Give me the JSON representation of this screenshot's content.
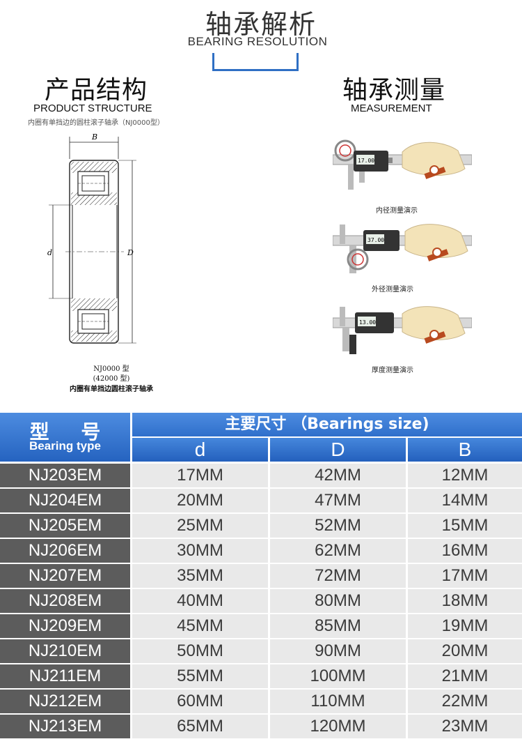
{
  "header": {
    "title": "轴承解析",
    "subtitle": "BEARING RESOLUTION"
  },
  "structure": {
    "title": "产品结构",
    "subtitle": "PRODUCT STRUCTURE",
    "note": "内圈有单挡边的圆柱滚子轴承（NJ0000型）",
    "labels": {
      "b": "B",
      "d_small": "d",
      "d_large": "D"
    },
    "caption_lines": [
      "NJ0000 型",
      "(42000 型)",
      "内圈有单挡边圆柱滚子轴承"
    ]
  },
  "measurement": {
    "title": "轴承测量",
    "subtitle": "MEASUREMENT",
    "demos": [
      {
        "caption": "内径测量演示",
        "display": "17.00"
      },
      {
        "caption": "外径测量演示",
        "display": "37.00"
      },
      {
        "caption": "厚度测量演示",
        "display": "13.00"
      }
    ]
  },
  "table": {
    "type_header_zh": "型  号",
    "type_header_en": "Bearing type",
    "size_header": "主要尺寸 （Bearings size)",
    "columns": [
      "d",
      "D",
      "B"
    ],
    "rows": [
      {
        "type": "NJ203EM",
        "d": "17MM",
        "D": "42MM",
        "B": "12MM"
      },
      {
        "type": "NJ204EM",
        "d": "20MM",
        "D": "47MM",
        "B": "14MM"
      },
      {
        "type": "NJ205EM",
        "d": "25MM",
        "D": "52MM",
        "B": "15MM"
      },
      {
        "type": "NJ206EM",
        "d": "30MM",
        "D": "62MM",
        "B": "16MM"
      },
      {
        "type": "NJ207EM",
        "d": "35MM",
        "D": "72MM",
        "B": "17MM"
      },
      {
        "type": "NJ208EM",
        "d": "40MM",
        "D": "80MM",
        "B": "18MM"
      },
      {
        "type": "NJ209EM",
        "d": "45MM",
        "D": "85MM",
        "B": "19MM"
      },
      {
        "type": "NJ210EM",
        "d": "50MM",
        "D": "90MM",
        "B": "20MM"
      },
      {
        "type": "NJ211EM",
        "d": "55MM",
        "D": "100MM",
        "B": "21MM"
      },
      {
        "type": "NJ212EM",
        "d": "60MM",
        "D": "110MM",
        "B": "22MM"
      },
      {
        "type": "NJ213EM",
        "d": "65MM",
        "D": "120MM",
        "B": "23MM"
      }
    ]
  },
  "colors": {
    "accent_blue": "#2f6fc4",
    "type_cell": "#5c5c5c",
    "value_cell": "#e9e9e9"
  }
}
